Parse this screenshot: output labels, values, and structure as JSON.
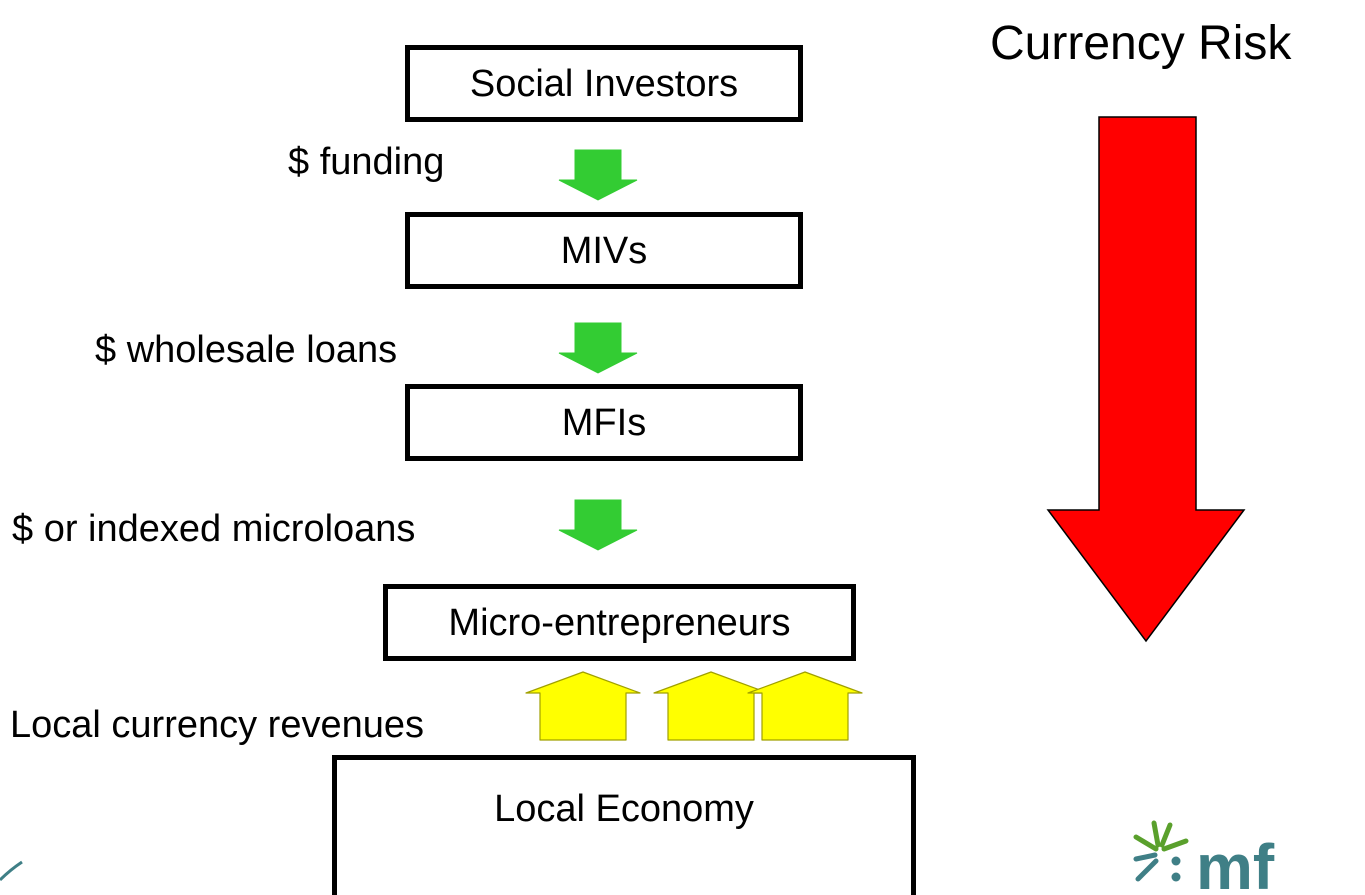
{
  "risk_label": "Currency Risk",
  "boxes": {
    "social_investors": "Social Investors",
    "mivs": "MIVs",
    "mfis": "MFIs",
    "micro_entrepreneurs": "Micro-entrepreneurs",
    "local_economy": "Local Economy"
  },
  "flows": {
    "funding": "$ funding",
    "wholesale_loans": "$ wholesale loans",
    "microloans": "$ or indexed microloans",
    "local_revenues": "Local currency revenues"
  },
  "logo": {
    "text": "mf"
  },
  "colors": {
    "down_flow_arrow": "#33cc33",
    "up_revenue_arrow": "#ffff00",
    "risk_arrow": "#ff0000",
    "logo_teal": "#3f7f86",
    "logo_green": "#5aa02c"
  }
}
